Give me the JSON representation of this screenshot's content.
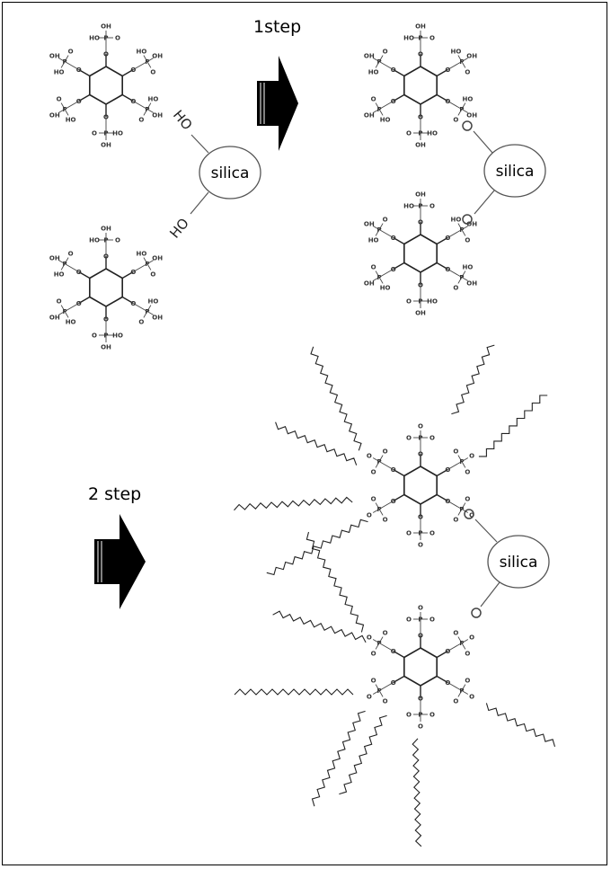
{
  "steps": {
    "step1": "1step",
    "step2": "2 step"
  },
  "silica_label": "silica",
  "hydroxyl": {
    "ho_top": "HO",
    "ho_bottom": "HO"
  },
  "atoms": {
    "phosphorus": "P",
    "oxygen": "O",
    "hydroxyl_right": "OH",
    "hydroxyl_left": "HO"
  },
  "colors": {
    "ink": "#000000",
    "background": "#ffffff"
  }
}
